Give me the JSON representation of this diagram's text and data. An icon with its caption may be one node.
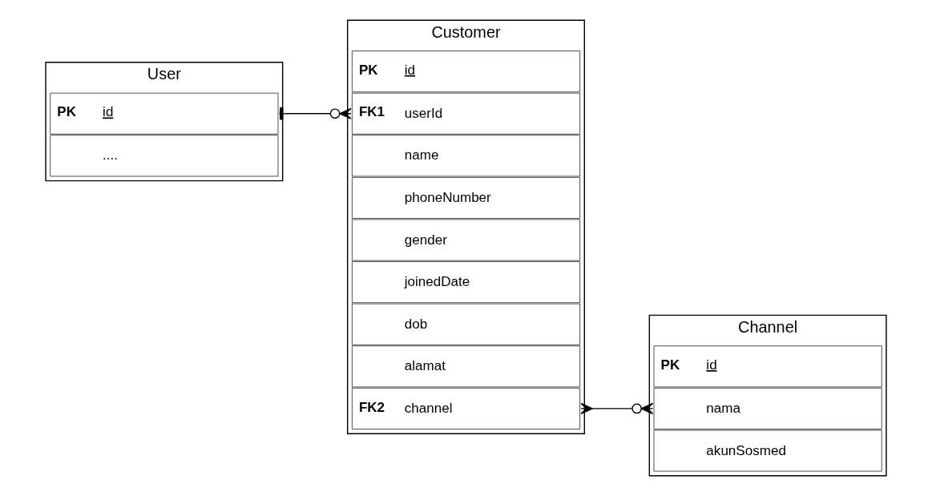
{
  "diagram": {
    "nodes": [
      {
        "text": [
          "Customer"
        ]
      },
      {
        "text": [
          "PK",
          "id"
        ],
        "in": 0
      },
      {
        "text": [
          "FK1",
          "userId"
        ],
        "in": 0
      },
      {
        "text": [
          "name"
        ],
        "in": 0
      },
      {
        "text": [
          "phoneNumber"
        ],
        "in": 0
      },
      {
        "text": [
          "gender"
        ],
        "in": 0
      },
      {
        "text": [
          "joinedDate"
        ],
        "in": 0
      },
      {
        "text": [
          "dob"
        ],
        "in": 0
      },
      {
        "text": [
          "alamat"
        ],
        "in": 0
      },
      {
        "text": [
          "FK2",
          "channel"
        ],
        "in": 0
      },
      {
        "text": [
          "User"
        ]
      },
      {
        "text": [
          "PK",
          "id"
        ],
        "in": 10
      },
      {
        "text": [
          "...."
        ],
        "in": 10
      },
      {
        "text": [
          "Channel"
        ]
      },
      {
        "text": [
          "PK",
          "id"
        ],
        "in": 13
      },
      {
        "text": [
          "nama"
        ],
        "in": 13
      },
      {
        "text": [
          "akunSosmed"
        ],
        "in": 13
      }
    ],
    "edges": [
      {
        "from": 11,
        "to": 2,
        "arrow": "other"
      },
      {
        "from": 9,
        "to": 15,
        "arrow": "other"
      }
    ]
  }
}
